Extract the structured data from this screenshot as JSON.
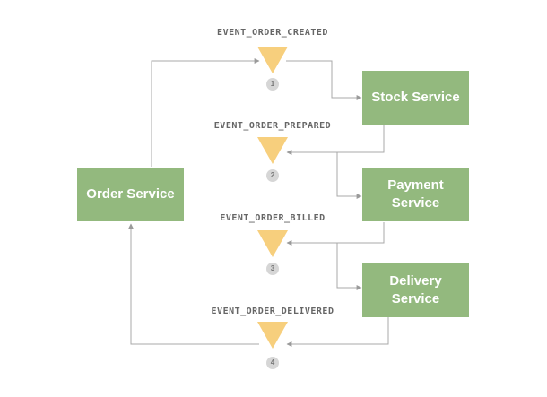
{
  "services": {
    "order": "Order Service",
    "stock": "Stock Service",
    "payment": "Payment Service",
    "delivery": "Delivery Service"
  },
  "events": [
    {
      "label": "EVENT_ORDER_CREATED",
      "step": "1"
    },
    {
      "label": "EVENT_ORDER_PREPARED",
      "step": "2"
    },
    {
      "label": "EVENT_ORDER_BILLED",
      "step": "3"
    },
    {
      "label": "EVENT_ORDER_DELIVERED",
      "step": "4"
    }
  ],
  "colors": {
    "box": "#93b97e",
    "triangle": "#f7cf7d",
    "arrow": "#9a9a9a",
    "badge": "#d6d6d6"
  }
}
